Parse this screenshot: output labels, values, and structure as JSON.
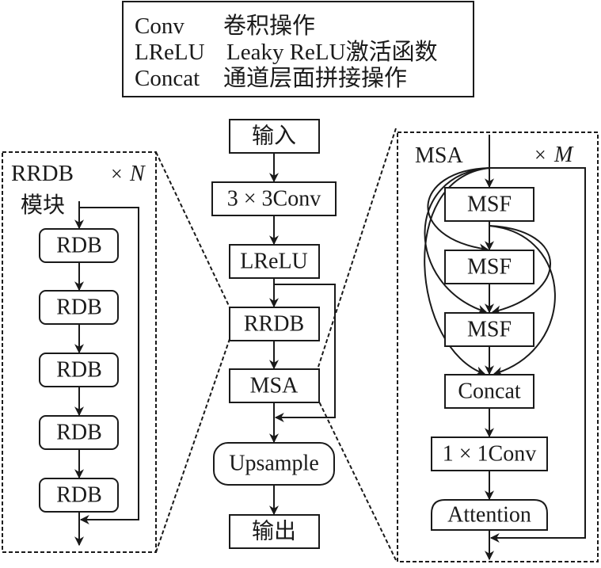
{
  "legend": {
    "rows": [
      {
        "term": "Conv",
        "desc": "卷积操作"
      },
      {
        "term": "LReLU",
        "desc": "Leaky ReLU激活函数"
      },
      {
        "term": "Concat",
        "desc": "通道层面拼接操作"
      }
    ]
  },
  "main_flow": {
    "nodes": [
      "输入",
      "3 × 3Conv",
      "LReLU",
      "RRDB",
      "MSA",
      "Upsample",
      "输出"
    ]
  },
  "rrdb_panel": {
    "title": "RRDB",
    "subtitle": "模块",
    "repeat": "× N",
    "repeat_symbol": "×",
    "repeat_var": "N",
    "blocks": [
      "RDB",
      "RDB",
      "RDB",
      "RDB",
      "RDB"
    ]
  },
  "msa_panel": {
    "title": "MSA",
    "repeat_symbol": "×",
    "repeat_var": "M",
    "blocks": [
      "MSF",
      "MSF",
      "MSF",
      "Concat",
      "1 × 1Conv",
      "Attention"
    ]
  }
}
